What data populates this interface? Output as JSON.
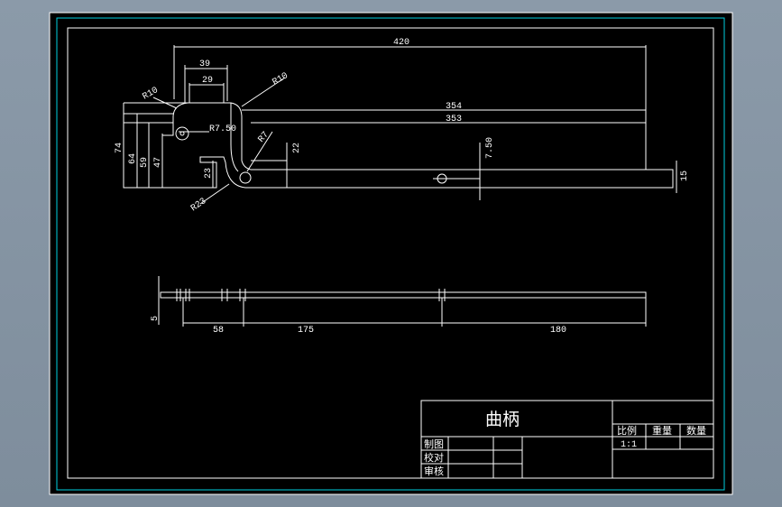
{
  "drawing": {
    "title": "曲柄",
    "dims_top": {
      "d420": "420",
      "d39": "39",
      "d29": "29",
      "r10_left": "R10",
      "r10_right": "R10",
      "d354": "354",
      "d353": "353",
      "r750": "R7.50",
      "r7": "R7",
      "d22": "22",
      "d750": "7.50",
      "d15": "15",
      "d74": "74",
      "d64": "64",
      "d59": "59",
      "d47": "47",
      "d23": "23",
      "r23": "R23"
    },
    "dims_bottom": {
      "d5": "5",
      "d58": "58",
      "d175": "175",
      "d180": "180"
    }
  },
  "title_block": {
    "labels": {
      "scale": "比例",
      "weight": "重量",
      "qty": "数量"
    },
    "scale_value": "1:1",
    "rows": [
      "制图",
      "校对",
      "审核"
    ]
  },
  "colors": {
    "border_cyan": "#00d0e0",
    "line_white": "#ffffff",
    "background": "#000000"
  }
}
